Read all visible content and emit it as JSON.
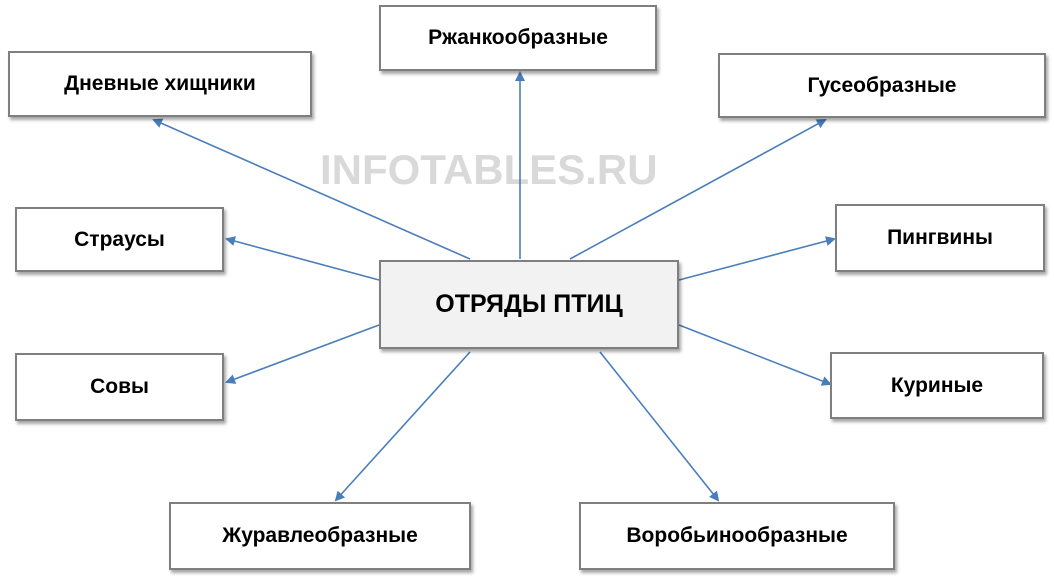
{
  "watermark": "INFOTABLES.RU",
  "center": "ОТРЯДЫ ПТИЦ",
  "nodes": {
    "charadriiformes": "Ржанкообразные",
    "raptors": "Дневные хищники",
    "anseriformes": "Гусеобразные",
    "ostriches": "Страусы",
    "penguins": "Пингвины",
    "owls": "Совы",
    "galliformes": "Куриные",
    "gruiformes": "Журавлеобразные",
    "passeriformes": "Воробьинообразные"
  },
  "colors": {
    "arrow": "#4a7ebb",
    "border": "#7f7f7f",
    "center_fill": "#f2f2f2"
  }
}
